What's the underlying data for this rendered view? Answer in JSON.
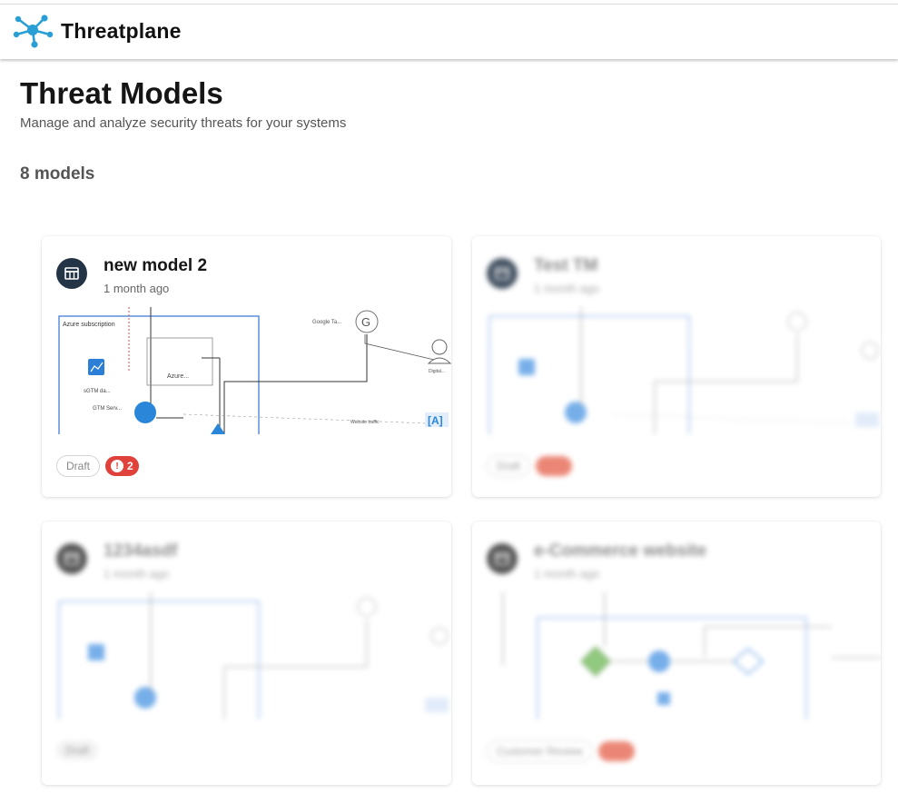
{
  "app": {
    "name": "Threatplane",
    "logo_icon": "network-nodes-icon",
    "brand_color": "#2a9fd6"
  },
  "page": {
    "title": "Threat Models",
    "subtitle": "Manage and analyze security threats for your systems",
    "count_label": "8 models"
  },
  "models": [
    {
      "title": "new model 2",
      "time": "1 month ago",
      "icon": "table-icon",
      "status": "Draft",
      "threat_count": "2",
      "diagram": {
        "boundary": "Azure subscription",
        "node_a": "sGTM da...",
        "node_b": "Azure...",
        "node_c": "GTM Serv...",
        "external": "Google Ta...",
        "actor": "Digital...",
        "flow": "Website traffic",
        "badge": "[A]"
      }
    },
    {
      "title": "Test TM",
      "time": "1 month ago",
      "icon": "table-icon",
      "status": "Draft",
      "threat_count": ""
    },
    {
      "title": "1234asdf",
      "time": "1 month ago",
      "icon": "table-icon",
      "status": "Draft",
      "threat_count": ""
    },
    {
      "title": "e-Commerce website",
      "time": "1 month ago",
      "icon": "table-icon",
      "status": "Customer Review",
      "threat_count": ""
    }
  ]
}
